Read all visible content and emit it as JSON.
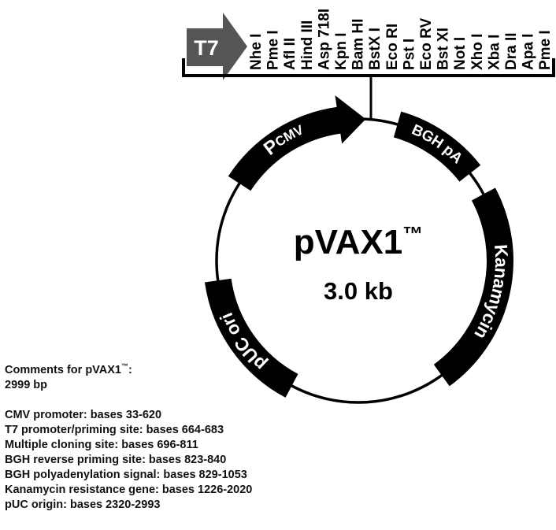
{
  "promoter_arrow": {
    "label": "T7",
    "color": "#555555"
  },
  "mcs_sites": [
    "Nhe I",
    "Pme I",
    "Afl II",
    "Hind III",
    "Asp 718I",
    "Kpn I",
    "Bam HI",
    "BstX I",
    "Eco RI",
    "Pst I",
    "Eco RV",
    "Bst XI",
    "Not I",
    "Xho I",
    "Xba I",
    "Dra II",
    "Apa I",
    "Pme I"
  ],
  "plasmid": {
    "name": "pVAX1",
    "trademark": "™",
    "size": "3.0 kb"
  },
  "features": {
    "pcmv": {
      "label_main": "P",
      "label_sub": "CMV"
    },
    "bgh": {
      "label": "BGH pA"
    },
    "kan": {
      "label": "Kanamycin"
    },
    "puc": {
      "label": "pUC ori"
    }
  },
  "comments": {
    "title": "Comments for pVAX1",
    "title_tm": "™",
    "title_suffix": ":",
    "length": "2999 bp",
    "items": [
      "CMV promoter: bases 33-620",
      "T7 promoter/priming site: bases 664-683",
      "Multiple cloning site: bases 696-811",
      "BGH reverse priming site: bases 823-840",
      "BGH polyadenylation signal: bases 829-1053",
      "Kanamycin resistance gene: bases 1226-2020",
      "pUC origin: bases 2320-2993"
    ]
  }
}
